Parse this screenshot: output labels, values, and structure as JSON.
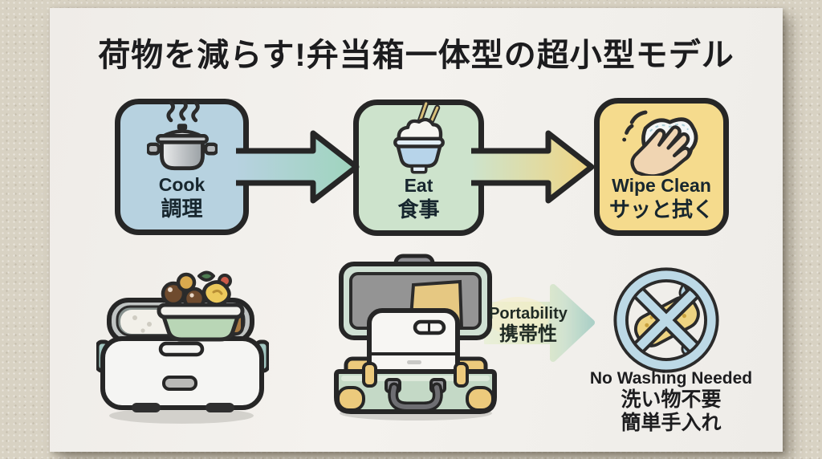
{
  "title": "荷物を減らす!弁当箱一体型の超小型モデル",
  "flow": {
    "steps": [
      {
        "label_en": "Cook",
        "label_ja": "調理",
        "icon": "steaming-pot-icon",
        "fill": "#b7d2e0"
      },
      {
        "label_en": "Eat",
        "label_ja": "食事",
        "icon": "rice-bowl-icon",
        "fill": "#cde3cc"
      },
      {
        "label_en": "Wipe Clean",
        "label_ja": "サッと拭く",
        "icon": "wiping-hand-icon",
        "fill": "#f5db8d"
      }
    ],
    "arrows": [
      {
        "from": "Cook",
        "to": "Eat",
        "gradient": [
          "#b7d2e0",
          "#9fd4bd"
        ]
      },
      {
        "from": "Eat",
        "to": "Wipe Clean",
        "gradient": [
          "#cde3cc",
          "#f0d583"
        ]
      }
    ],
    "outline_color": "#262626"
  },
  "features": {
    "portability": {
      "label_en": "Portability",
      "label_ja": "携帯性",
      "icon": "soft-right-arrow"
    },
    "no_washing": {
      "label_en": "No Washing Needed",
      "label_ja_1": "洗い物不要",
      "label_ja_2": "簡単手入れ",
      "icon": "no-sponge-icon"
    }
  },
  "illustrations": [
    {
      "name": "electric-lunchbox-cooker-illustration"
    },
    {
      "name": "open-suitcase-with-bento-illustration"
    }
  ],
  "colors": {
    "wall": "#d8d2c3",
    "poster": "#f2f0ec",
    "outline": "#262626",
    "box_cook": "#b7d2e0",
    "box_eat": "#cde3cc",
    "box_wipe": "#f5db8d",
    "suitcase_green": "#c9dcca",
    "accent_tan": "#ecca7c",
    "sponge_yellow": "#eed482",
    "prohibit_blue": "#bcd9e6"
  }
}
